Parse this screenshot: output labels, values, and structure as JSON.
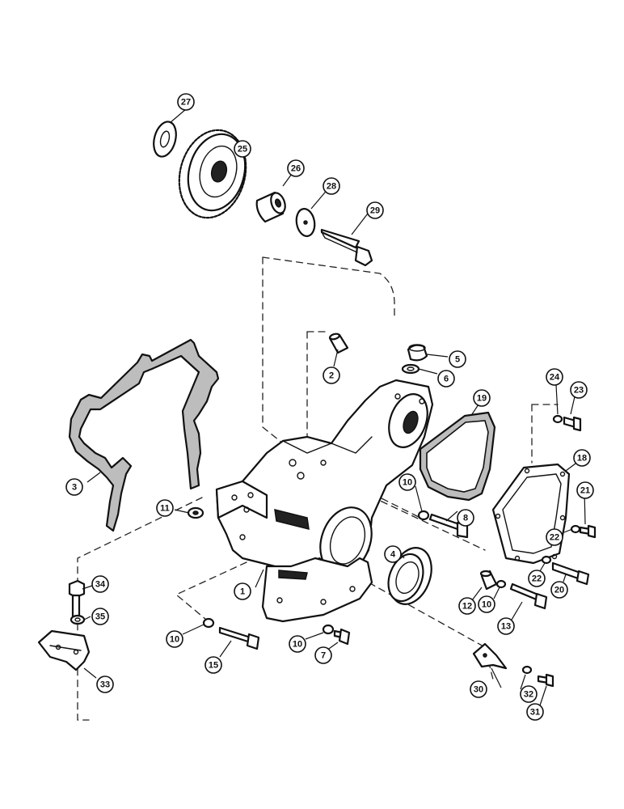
{
  "diagram": {
    "callouts": [
      {
        "id": "c1",
        "label": "1"
      },
      {
        "id": "c2",
        "label": "2"
      },
      {
        "id": "c3",
        "label": "3"
      },
      {
        "id": "c4",
        "label": "4"
      },
      {
        "id": "c5",
        "label": "5"
      },
      {
        "id": "c6",
        "label": "6"
      },
      {
        "id": "c7",
        "label": "7"
      },
      {
        "id": "c8",
        "label": "8"
      },
      {
        "id": "c10a",
        "label": "10"
      },
      {
        "id": "c10b",
        "label": "10"
      },
      {
        "id": "c10c",
        "label": "10"
      },
      {
        "id": "c10d",
        "label": "10"
      },
      {
        "id": "c11",
        "label": "11"
      },
      {
        "id": "c12",
        "label": "12"
      },
      {
        "id": "c13",
        "label": "13"
      },
      {
        "id": "c15",
        "label": "15"
      },
      {
        "id": "c18",
        "label": "18"
      },
      {
        "id": "c19",
        "label": "19"
      },
      {
        "id": "c20",
        "label": "20"
      },
      {
        "id": "c21",
        "label": "21"
      },
      {
        "id": "c22a",
        "label": "22"
      },
      {
        "id": "c22b",
        "label": "22"
      },
      {
        "id": "c23",
        "label": "23"
      },
      {
        "id": "c24",
        "label": "24"
      },
      {
        "id": "c25",
        "label": "25"
      },
      {
        "id": "c26",
        "label": "26"
      },
      {
        "id": "c27",
        "label": "27"
      },
      {
        "id": "c28",
        "label": "28"
      },
      {
        "id": "c29",
        "label": "29"
      },
      {
        "id": "c30",
        "label": "30"
      },
      {
        "id": "c31",
        "label": "31"
      },
      {
        "id": "c32",
        "label": "32"
      },
      {
        "id": "c33",
        "label": "33"
      },
      {
        "id": "c34",
        "label": "34"
      },
      {
        "id": "c35",
        "label": "35"
      }
    ]
  }
}
